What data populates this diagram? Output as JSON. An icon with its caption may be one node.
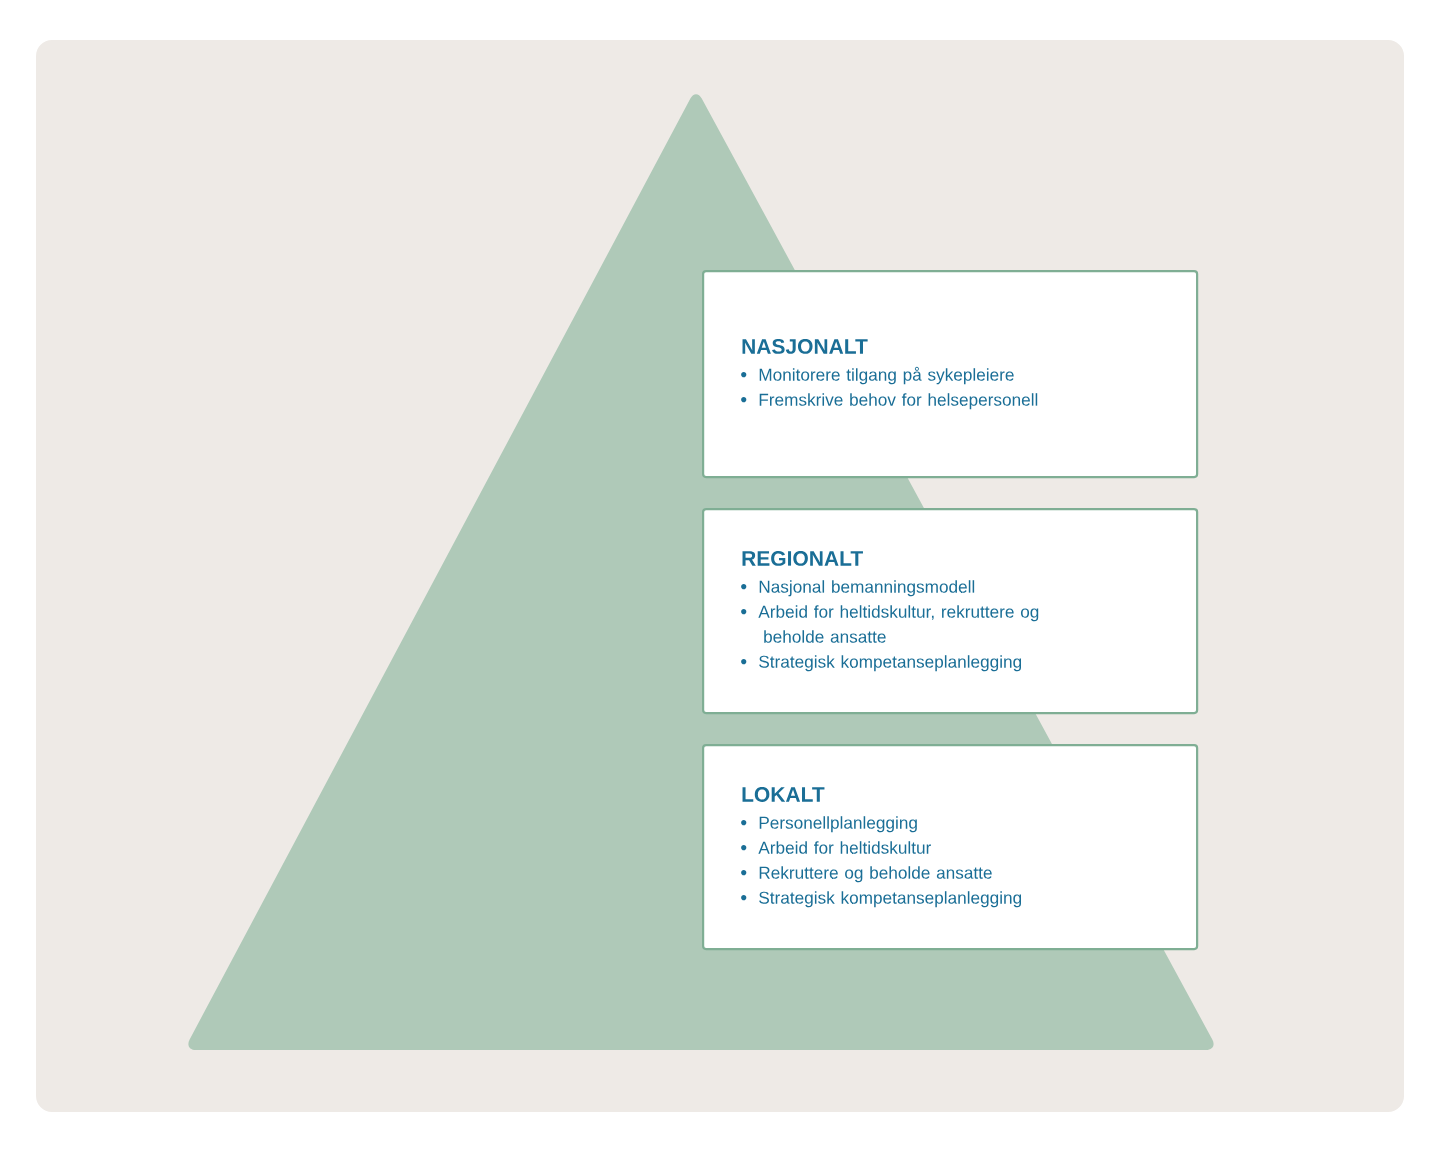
{
  "diagram": {
    "nodes": [
      {
        "text": [
          "NASJONALT",
          "Monitorere tilgang på sykepleiere",
          "Fremskrive behov for helsepersonell"
        ]
      },
      {
        "text": [
          "REGIONALT",
          "Nasjonal bemanningsmodell",
          "Arbeid for heltidskultur, rekruttere og beholde ansatte",
          "Strategisk kompetanseplanlegging"
        ]
      },
      {
        "text": [
          "LOKALT",
          "Personellplanlegging",
          "Arbeid for heltidskultur",
          "Rekruttere og beholde ansatte",
          "Strategisk kompetanseplanlegging"
        ]
      }
    ]
  }
}
